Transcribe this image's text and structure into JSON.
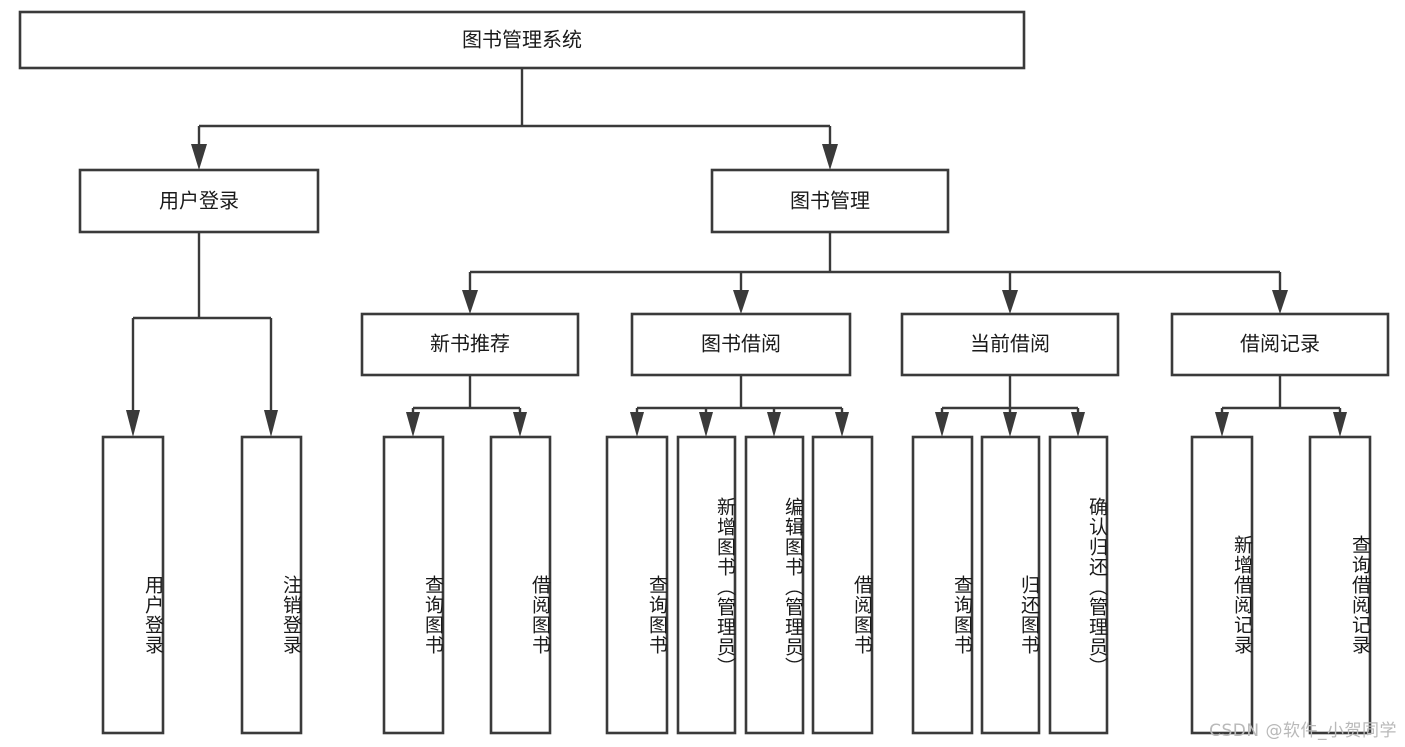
{
  "diagram": {
    "type": "tree",
    "title": "图书管理系统",
    "watermark": "CSDN @软件_小贺同学",
    "root": {
      "id": "root",
      "label": "图书管理系统",
      "orientation": "horizontal"
    },
    "level2": [
      {
        "id": "user-login",
        "label": "用户登录",
        "orientation": "horizontal"
      },
      {
        "id": "book-manage",
        "label": "图书管理",
        "orientation": "horizontal"
      }
    ],
    "level3": [
      {
        "id": "new-book-recommend",
        "label": "新书推荐",
        "orientation": "horizontal",
        "parent": "book-manage"
      },
      {
        "id": "book-borrow",
        "label": "图书借阅",
        "orientation": "horizontal",
        "parent": "book-manage"
      },
      {
        "id": "current-borrow",
        "label": "当前借阅",
        "orientation": "horizontal",
        "parent": "book-manage"
      },
      {
        "id": "borrow-record",
        "label": "借阅记录",
        "orientation": "horizontal",
        "parent": "book-manage"
      }
    ],
    "leaves": [
      {
        "id": "leaf-user-login",
        "label": "用户登录",
        "parent": "user-login",
        "orientation": "vertical"
      },
      {
        "id": "leaf-logout-login",
        "label": "注销登录",
        "parent": "user-login",
        "orientation": "vertical"
      },
      {
        "id": "leaf-query-book-1",
        "label": "查询图书",
        "parent": "new-book-recommend",
        "orientation": "vertical"
      },
      {
        "id": "leaf-borrow-book-1",
        "label": "借阅图书",
        "parent": "new-book-recommend",
        "orientation": "vertical"
      },
      {
        "id": "leaf-query-book-2",
        "label": "查询图书",
        "parent": "book-borrow",
        "orientation": "vertical"
      },
      {
        "id": "leaf-add-book",
        "label": "新增图书（管理员）",
        "parent": "book-borrow",
        "orientation": "vertical"
      },
      {
        "id": "leaf-edit-book",
        "label": "编辑图书（管理员）",
        "parent": "book-borrow",
        "orientation": "vertical"
      },
      {
        "id": "leaf-borrow-book-2",
        "label": "借阅图书",
        "parent": "book-borrow",
        "orientation": "vertical"
      },
      {
        "id": "leaf-query-book-3",
        "label": "查询图书",
        "parent": "current-borrow",
        "orientation": "vertical"
      },
      {
        "id": "leaf-return-book",
        "label": "归还图书",
        "parent": "current-borrow",
        "orientation": "vertical"
      },
      {
        "id": "leaf-confirm-return",
        "label": "确认归还（管理员）",
        "parent": "current-borrow",
        "orientation": "vertical"
      },
      {
        "id": "leaf-add-record",
        "label": "新增借阅记录",
        "parent": "borrow-record",
        "orientation": "vertical"
      },
      {
        "id": "leaf-query-record",
        "label": "查询借阅记录",
        "parent": "borrow-record",
        "orientation": "vertical"
      }
    ],
    "colors": {
      "stroke": "#3a3a3a",
      "fill": "#ffffff",
      "text": "#1a1a1a",
      "watermark": "#b9b9b9",
      "background": "#ffffff"
    }
  }
}
